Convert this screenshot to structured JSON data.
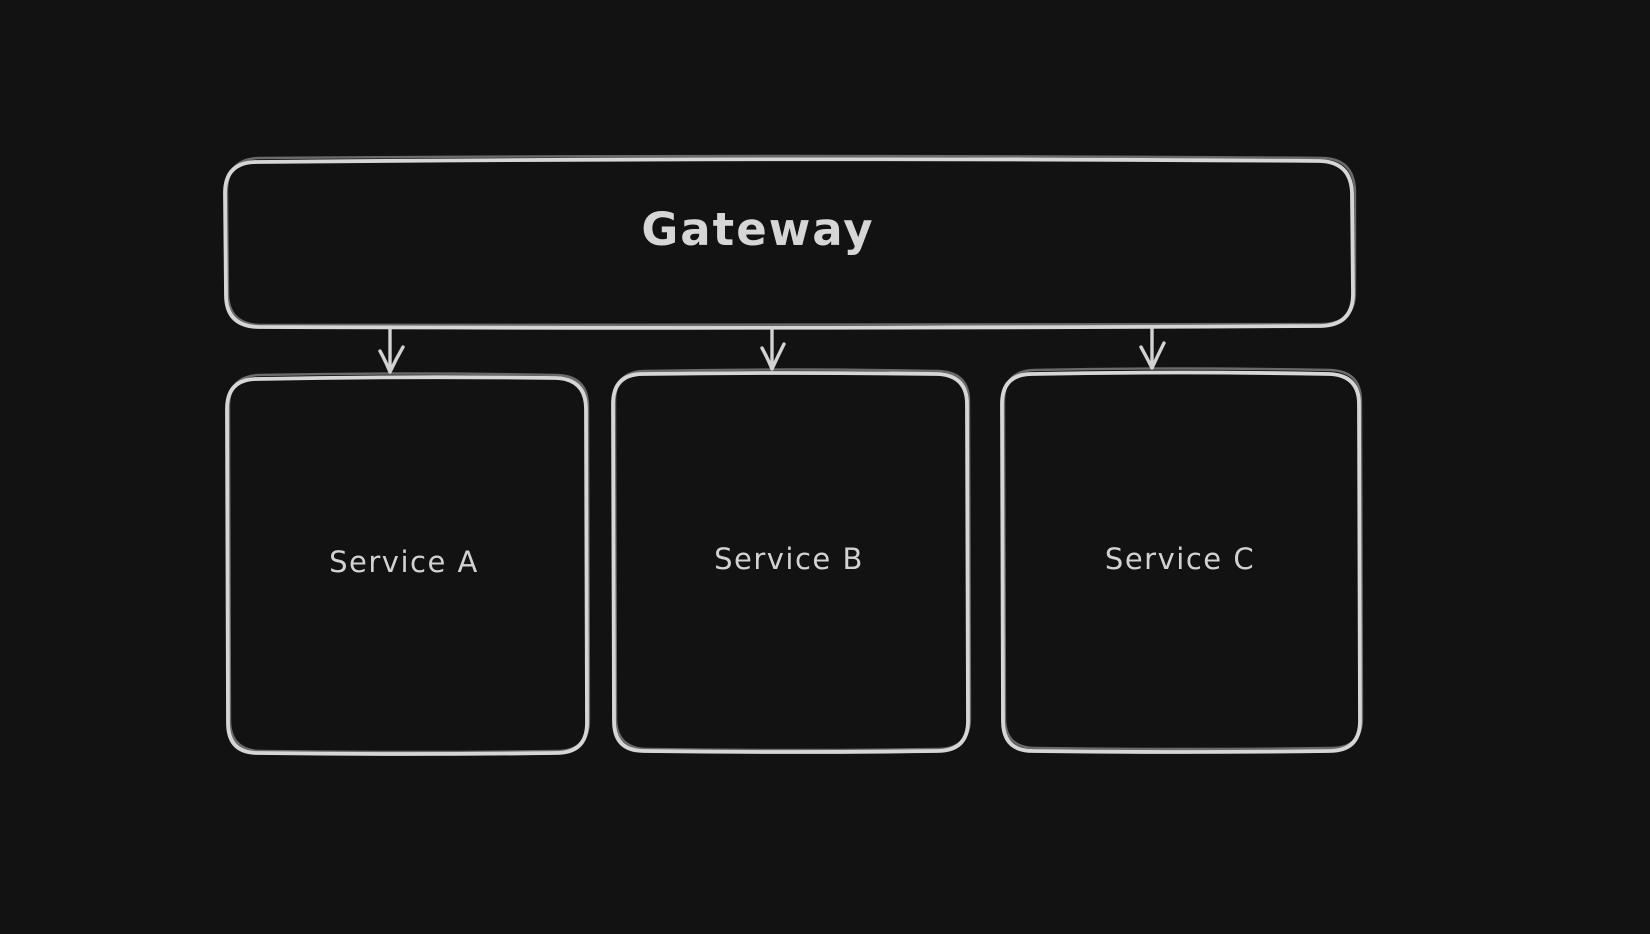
{
  "canvas": {
    "background": "#121212",
    "stroke_color": "#d6d6d6",
    "text_color": "#d6d6d6"
  },
  "diagram": {
    "gateway": {
      "label": "Gateway"
    },
    "services": [
      {
        "label": "Service A"
      },
      {
        "label": "Service B"
      },
      {
        "label": "Service C"
      }
    ],
    "connections": [
      {
        "from": "Gateway",
        "to": "Service A"
      },
      {
        "from": "Gateway",
        "to": "Service B"
      },
      {
        "from": "Gateway",
        "to": "Service C"
      }
    ]
  }
}
